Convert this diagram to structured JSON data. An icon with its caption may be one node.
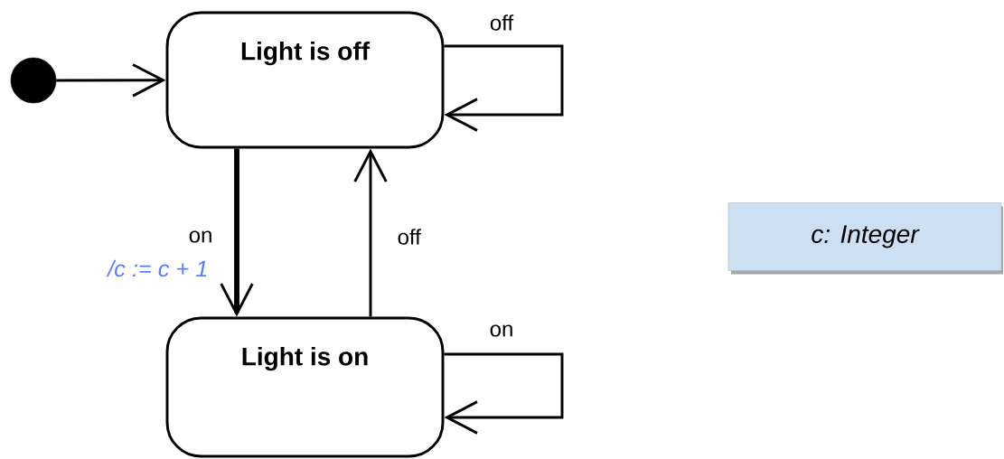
{
  "diagram": {
    "nodes": [
      {
        "text": [],
        "shape": "circle"
      },
      {
        "text": [
          "Light is off"
        ]
      },
      {
        "text": [
          "Light is on"
        ]
      },
      {
        "text": [
          "c: Integer"
        ]
      }
    ],
    "edges": [
      {
        "from": 0,
        "to": 1,
        "arrow": "to"
      },
      {
        "from": 1,
        "to": 1,
        "label": "off",
        "arrow": "to"
      },
      {
        "from": 1,
        "to": 2,
        "label": "on",
        "arrow": "to",
        "style": "thick"
      },
      {
        "from": 2,
        "to": 1,
        "label": "off",
        "arrow": "to"
      },
      {
        "from": 2,
        "to": 2,
        "label": "on",
        "arrow": "to"
      }
    ],
    "labels": [
      "/c := c + 1"
    ]
  }
}
